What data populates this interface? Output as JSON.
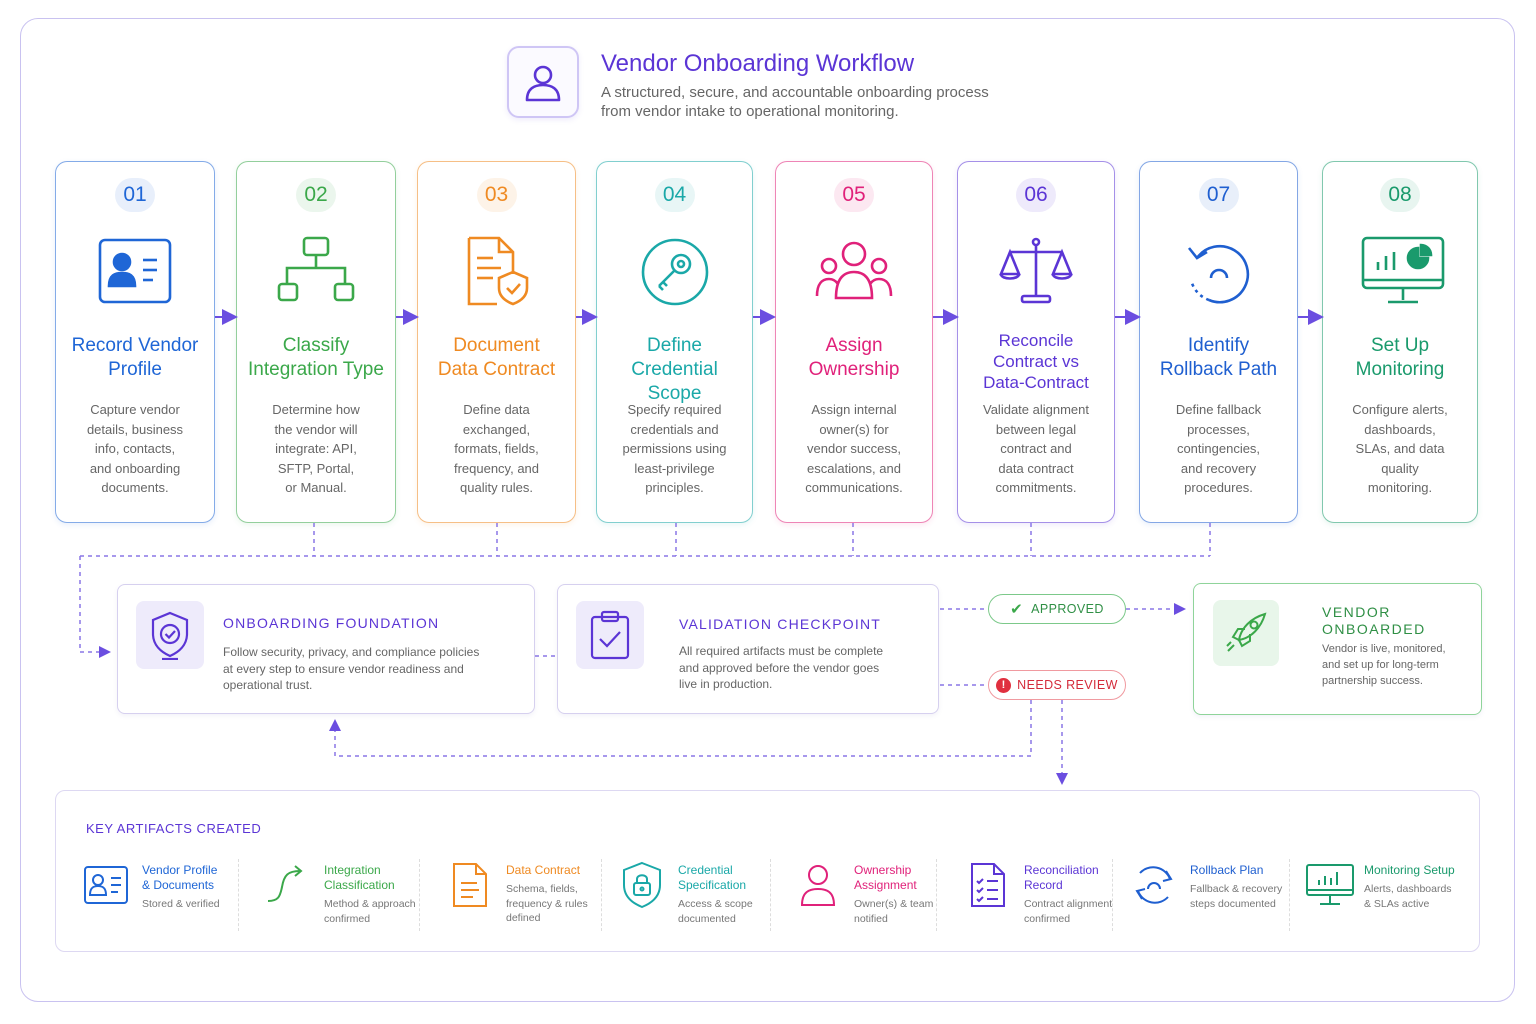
{
  "header": {
    "title": "Vendor Onboarding Workflow",
    "subtitle_line1": "A structured, secure, and accountable onboarding process",
    "subtitle_line2": "from vendor intake to operational monitoring."
  },
  "steps": [
    {
      "num": "01",
      "title_l1": "Record Vendor",
      "title_l2": "Profile",
      "desc": [
        "Capture vendor",
        "details, business",
        "info, contacts,",
        "and onboarding",
        "documents."
      ],
      "color": "#1f66d6",
      "icon": "id-card-icon"
    },
    {
      "num": "02",
      "title_l1": "Classify",
      "title_l2": "Integration Type",
      "desc": [
        "Determine how",
        "the vendor will",
        "integrate: API,",
        "SFTP, Portal,",
        "or Manual."
      ],
      "color": "#3ba84a",
      "icon": "hierarchy-icon"
    },
    {
      "num": "03",
      "title_l1": "Document",
      "title_l2": "Data Contract",
      "desc": [
        "Define data",
        "exchanged,",
        "formats, fields,",
        "frequency, and",
        "quality rules."
      ],
      "color": "#ef8a22",
      "icon": "document-shield-icon"
    },
    {
      "num": "04",
      "title_l1": "Define",
      "title_l2": "Credential Scope",
      "desc": [
        "Specify required",
        "credentials and",
        "permissions using",
        "least-privilege",
        "principles."
      ],
      "color": "#1aa8a8",
      "icon": "key-icon"
    },
    {
      "num": "05",
      "title_l1": "Assign",
      "title_l2": "Ownership",
      "desc": [
        "Assign internal",
        "owner(s) for",
        "vendor success,",
        "escalations, and",
        "communications."
      ],
      "color": "#e0217a",
      "icon": "people-icon"
    },
    {
      "num": "06",
      "title_l1": "Reconcile",
      "title_l2": "Contract vs",
      "title_l3": "Data-Contract",
      "desc": [
        "Validate alignment",
        "between legal",
        "contract and",
        "data contract",
        "commitments."
      ],
      "color": "#5b35d5",
      "icon": "scales-icon"
    },
    {
      "num": "07",
      "title_l1": "Identify",
      "title_l2": "Rollback Path",
      "desc": [
        "Define fallback",
        "processes,",
        "contingencies,",
        "and recovery",
        "procedures."
      ],
      "color": "#1f5fd0",
      "icon": "rollback-icon"
    },
    {
      "num": "08",
      "title_l1": "Set Up",
      "title_l2": "Monitoring",
      "desc": [
        "Configure alerts,",
        "dashboards,",
        "SLAs, and data",
        "quality",
        "monitoring."
      ],
      "color": "#1a9a6c",
      "icon": "monitor-icon"
    }
  ],
  "foundation": {
    "title": "ONBOARDING FOUNDATION",
    "text": [
      "Follow security, privacy, and compliance policies",
      "at every step to ensure vendor readiness and",
      "operational trust."
    ]
  },
  "checkpoint": {
    "title": "VALIDATION CHECKPOINT",
    "text": [
      "All required artifacts must be complete",
      "and approved before the vendor goes",
      "live in production."
    ]
  },
  "approved_label": "APPROVED",
  "needs_review_label": "NEEDS REVIEW",
  "onboarded": {
    "title_l1": "VENDOR",
    "title_l2": "ONBOARDED",
    "text": [
      "Vendor is live, monitored,",
      "and set up for long-term",
      "partnership success."
    ]
  },
  "artifacts": {
    "heading": "KEY ARTIFACTS CREATED",
    "items": [
      {
        "title": [
          "Vendor Profile",
          "& Documents"
        ],
        "desc": [
          "Stored & verified"
        ],
        "color": "#1f66d6"
      },
      {
        "title": [
          "Integration",
          "Classification"
        ],
        "desc": [
          "Method & approach",
          "confirmed"
        ],
        "color": "#3ba84a"
      },
      {
        "title": [
          "Data Contract"
        ],
        "desc": [
          "Schema, fields,",
          "frequency & rules",
          "defined"
        ],
        "color": "#ef8a22"
      },
      {
        "title": [
          "Credential",
          "Specification"
        ],
        "desc": [
          "Access & scope",
          "documented"
        ],
        "color": "#1aa8a8"
      },
      {
        "title": [
          "Ownership",
          "Assignment"
        ],
        "desc": [
          "Owner(s) & team",
          "notified"
        ],
        "color": "#e0217a"
      },
      {
        "title": [
          "Reconciliation",
          "Record"
        ],
        "desc": [
          "Contract alignment",
          "confirmed"
        ],
        "color": "#5b35d5"
      },
      {
        "title": [
          "Rollback Plan"
        ],
        "desc": [
          "Fallback & recovery",
          "steps documented"
        ],
        "color": "#1f5fd0"
      },
      {
        "title": [
          "Monitoring Setup"
        ],
        "desc": [
          "Alerts, dashboards",
          "& SLAs active"
        ],
        "color": "#1a9a6c"
      }
    ]
  }
}
